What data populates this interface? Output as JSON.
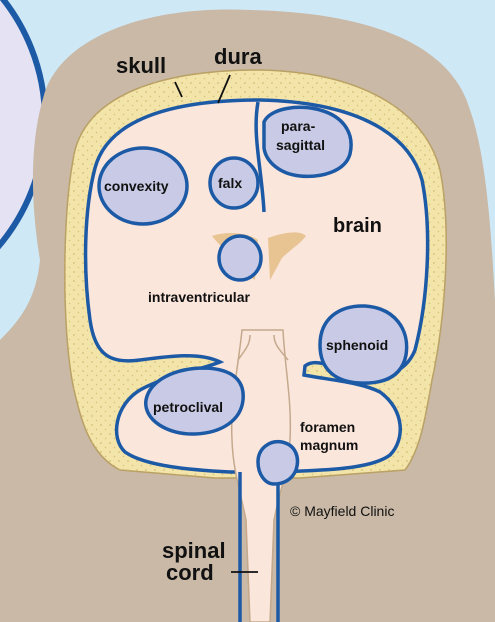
{
  "colors": {
    "background": "#cfe8f6",
    "head": "#c9b9a6",
    "skull": "#f3e4aa",
    "skull_dots": "#d8c57e",
    "brain": "#fbe6dc",
    "dura": "#1d5aa6",
    "tumor": "#c9cbe6",
    "ventricle": "#e8c493",
    "inset_bubble": "#e4e2f3"
  },
  "labels": {
    "skull": "skull",
    "dura": "dura",
    "parasagittal": [
      "para-",
      "sagittal"
    ],
    "convexity": "convexity",
    "falx": "falx",
    "brain": "brain",
    "intraventricular": "intraventricular",
    "sphenoid": "sphenoid",
    "petroclival": "petroclival",
    "foramen_magnum": [
      "foramen",
      "magnum"
    ],
    "spinal_cord": [
      "spinal",
      "cord"
    ],
    "credit": "© Mayfield Clinic"
  }
}
